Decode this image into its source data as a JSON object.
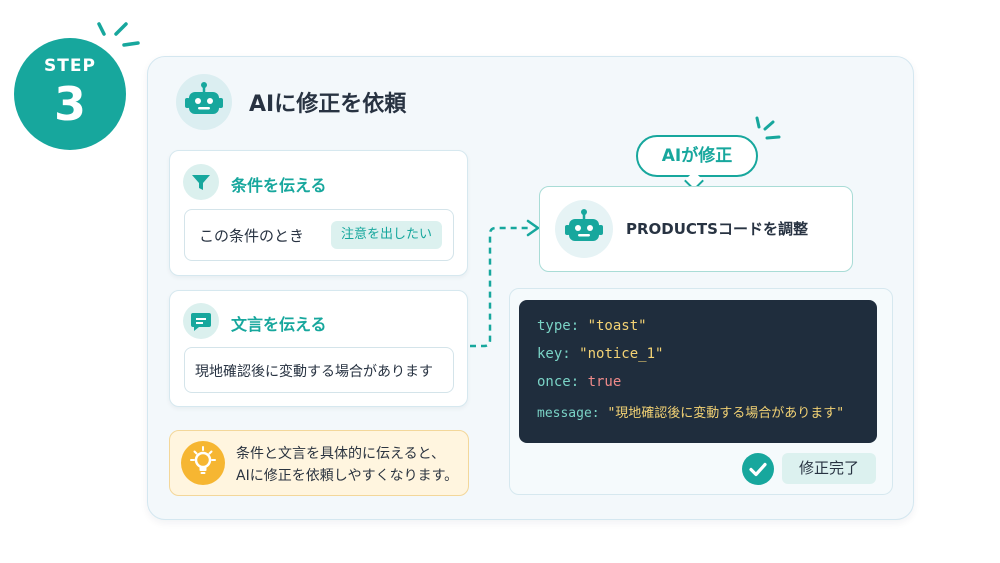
{
  "step": {
    "label": "STEP",
    "number": "3"
  },
  "header": {
    "title": "AIに修正を依頼",
    "icon": "robot-icon"
  },
  "conditions_card": {
    "title": "条件を伝える",
    "icon": "filter-icon",
    "condition_text": "この条件のとき",
    "pill": "注意を出したい"
  },
  "message_card": {
    "title": "文言を伝える",
    "icon": "chat-icon",
    "message_text": "現地確認後に変動する場合があります"
  },
  "tip": {
    "icon": "lightbulb-icon",
    "line1": "条件と文言を具体的に伝えると、",
    "line2": "AIに修正を依頼しやすくなります。"
  },
  "ai_bubble": {
    "label": "AIが修正"
  },
  "ai_card": {
    "text": "PRODUCTSコードを調整",
    "icon": "robot-icon"
  },
  "code": {
    "lines": [
      {
        "key": "type",
        "sep": ": ",
        "value": "\"toast\""
      },
      {
        "key": "key",
        "sep": ": ",
        "value": "\"notice_1\""
      },
      {
        "key": "once",
        "sep": ": ",
        "value": "true"
      },
      {
        "key": "message",
        "sep": ": ",
        "value": "\"現地確認後に変動する場合があります\""
      }
    ]
  },
  "status": {
    "label": "修正完了",
    "icon": "check-circle-icon"
  },
  "colors": {
    "accent": "#17a79d",
    "code_bg": "#1f2d3d",
    "tip_bg": "#fff5df",
    "tip_icon": "#f6b632"
  }
}
